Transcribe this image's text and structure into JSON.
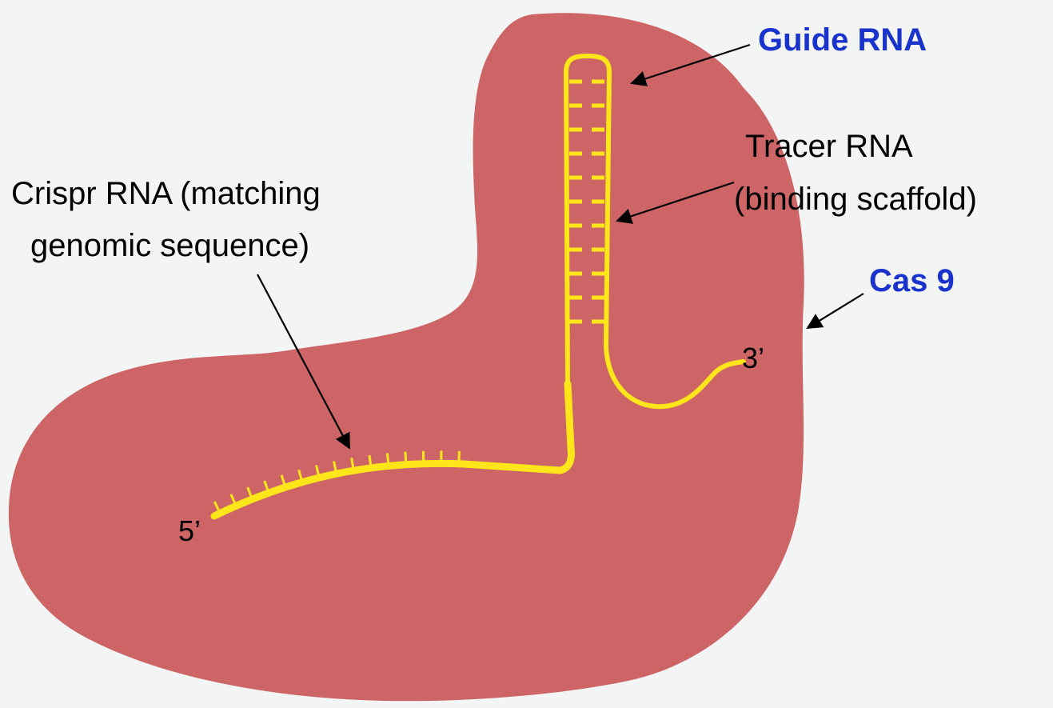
{
  "labels": {
    "guide_rna": "Guide RNA",
    "tracer_rna_line1": "Tracer RNA",
    "tracer_rna_line2": "(binding scaffold)",
    "crispr_rna_line1": "Crispr RNA (matching",
    "crispr_rna_line2": "genomic sequence)",
    "cas9": "Cas 9",
    "five_prime": "5’",
    "three_prime": "3’"
  },
  "colors": {
    "background": "#f3f4f4",
    "protein": "#cd6567",
    "rna": "#ffe61a",
    "label_accent": "#1a33cc",
    "label_text": "#000000"
  }
}
